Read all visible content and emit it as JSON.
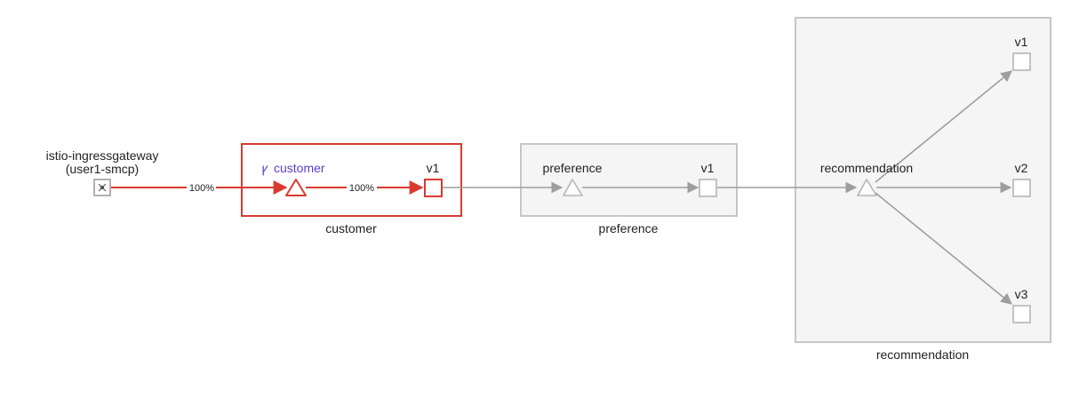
{
  "colors": {
    "active": "#d93a30",
    "inactive": "#9e9e9e",
    "box_fill": "#f5f5f5",
    "box_stroke": "#c6c6c6",
    "workload_fill": "#ffffff",
    "text": "#222222",
    "virtual_service": "#5a3ec8"
  },
  "ingress": {
    "name_line1": "istio-ingressgateway",
    "name_line2": "(user1-smcp)",
    "icon": "gateway-icon"
  },
  "apps": {
    "customer": {
      "box_label": "customer",
      "service_label": "customer",
      "service_icon": "virtual-service-icon",
      "versions": [
        "v1"
      ]
    },
    "preference": {
      "box_label": "preference",
      "service_label": "preference",
      "versions": [
        "v1"
      ]
    },
    "recommendation": {
      "box_label": "recommendation",
      "service_label": "recommendation",
      "versions": [
        "v1",
        "v2",
        "v3"
      ]
    }
  },
  "edges": {
    "ingress_to_customer": {
      "label": "100%"
    },
    "customer_to_v1": {
      "label": "100%"
    }
  }
}
